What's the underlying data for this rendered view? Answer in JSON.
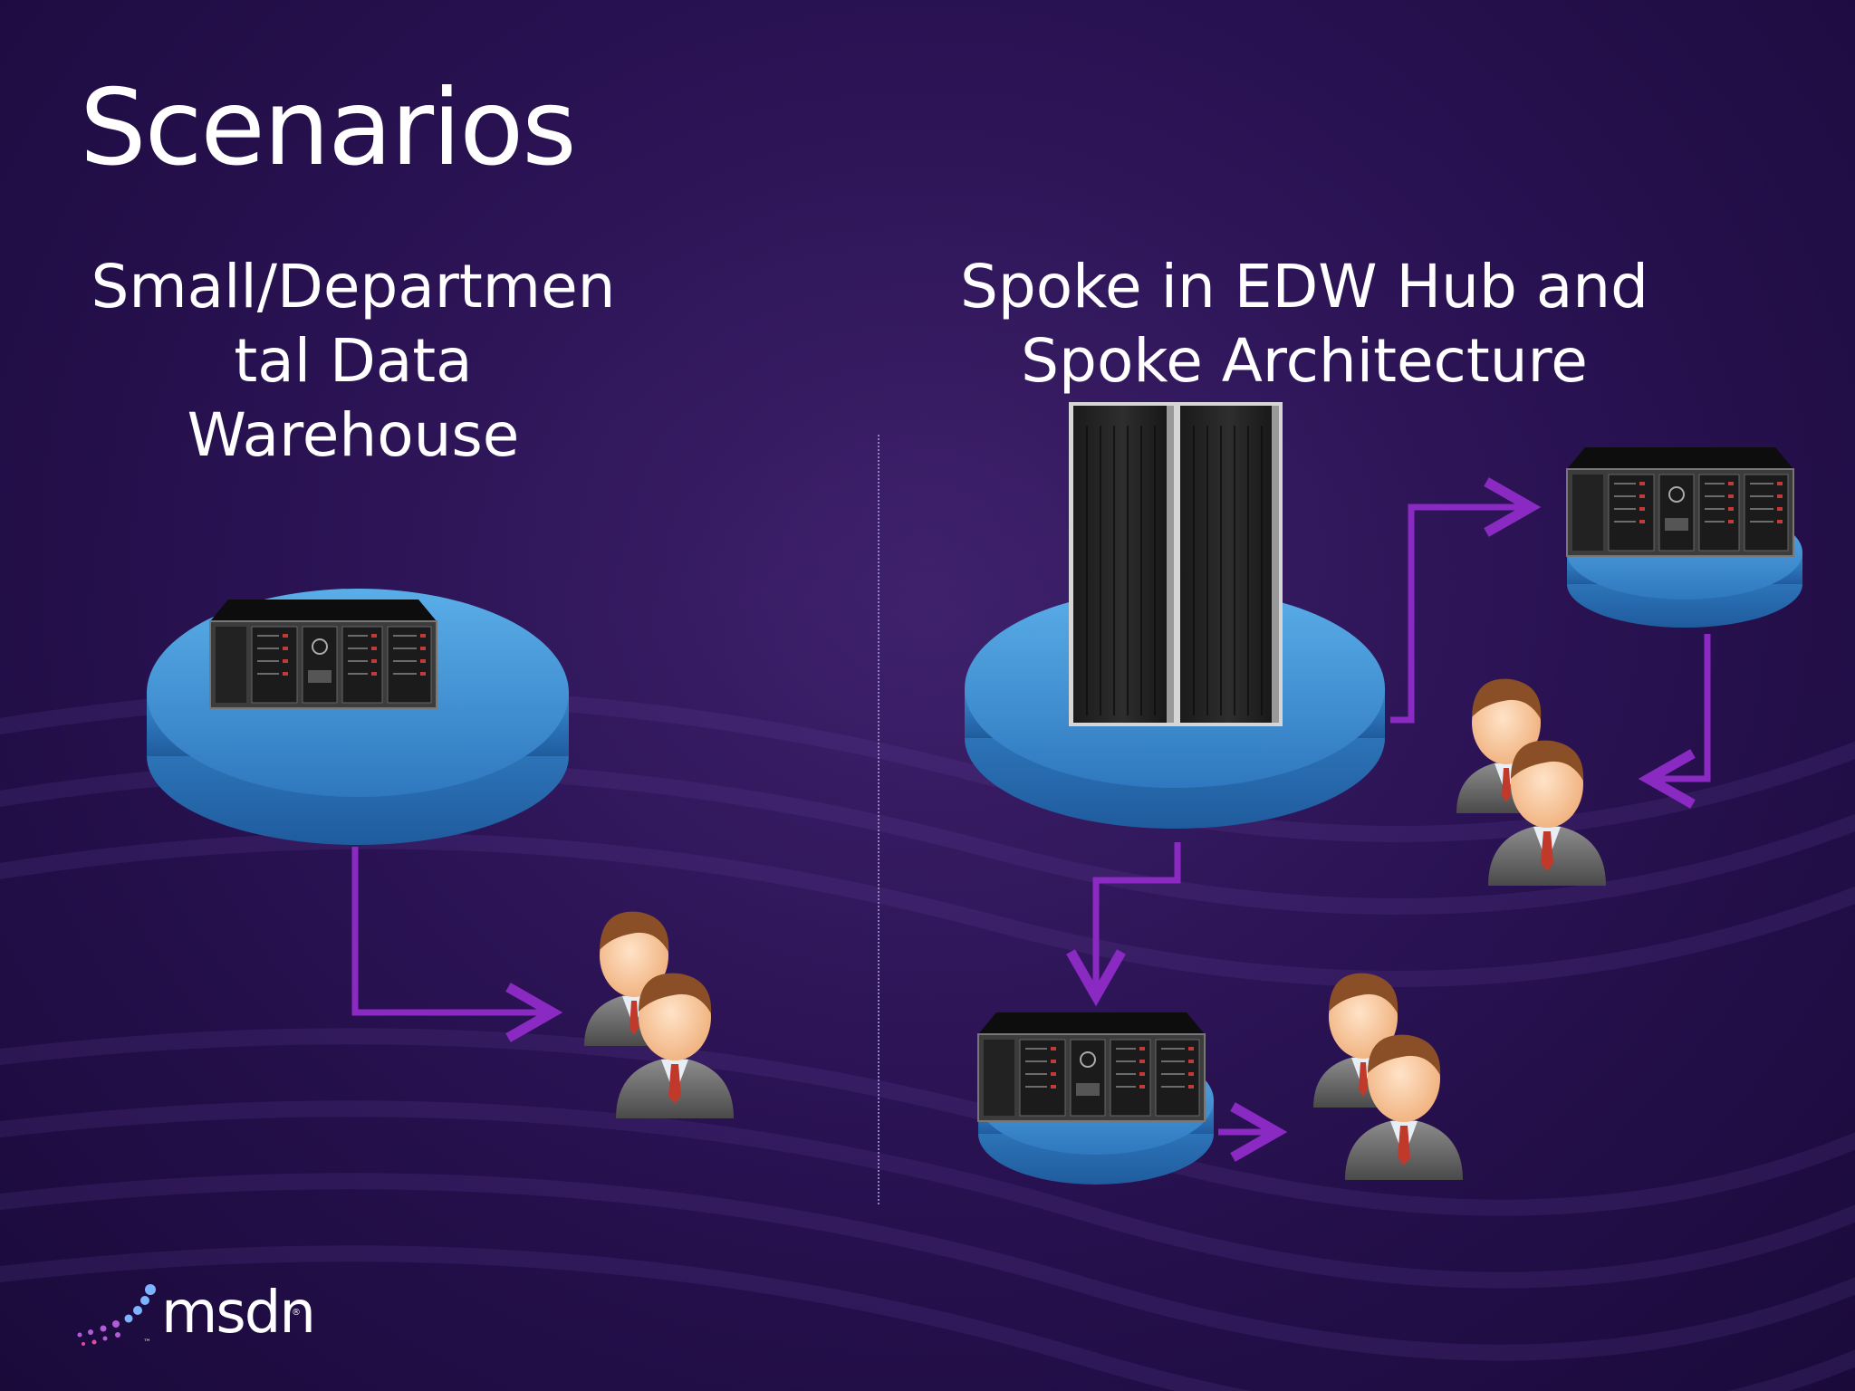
{
  "slide": {
    "title": "Scenarios",
    "left_heading_lines": [
      "Small/Departmen",
      "tal Data",
      "Warehouse"
    ],
    "right_heading_lines": [
      "Spoke in EDW Hub and",
      "Spoke Architecture"
    ]
  },
  "logo": {
    "text": "msdn",
    "tm": "™",
    "reg": "®"
  },
  "colors": {
    "background": "#2a1254",
    "arrow": "#8a2ac2",
    "platform": "#3f8fd0",
    "text": "#ffffff"
  },
  "icons": [
    "database-server-icon",
    "storage-rack-icon",
    "users-icon",
    "arrow-icon",
    "msdn-logo"
  ]
}
